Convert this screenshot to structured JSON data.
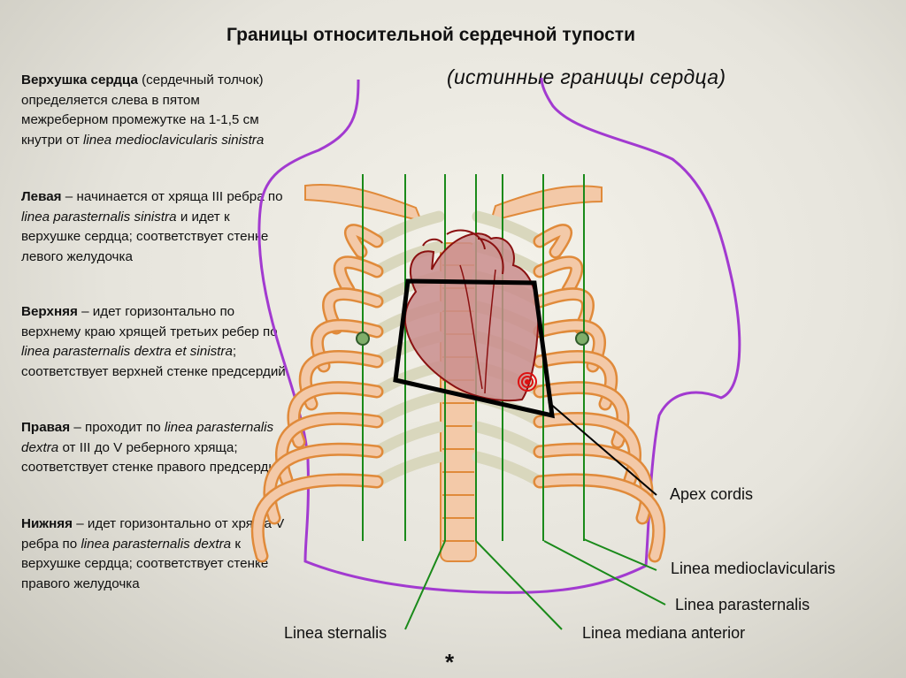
{
  "title": "Границы относительной сердечной тупости",
  "subtitle": "(истинные границы сердца)",
  "descriptions": [
    {
      "bold": "Верхушка сердца",
      "t1": " (сердечный толчок) определяется слева в пятом межреберном промежутке на 1-1,5 см кнутри от ",
      "i1": "linea medioclavicularis sinistra",
      "t2": "",
      "i2": "",
      "t3": ""
    },
    {
      "bold": "Левая",
      "t1": " – начинается от хряща III ребра по ",
      "i1": "linea parasternalis sinistra",
      "t2": " и идет к верхушке сердца; соответствует стенке левого желудочка",
      "i2": "",
      "t3": ""
    },
    {
      "bold": "Верхняя",
      "t1": " – идет горизонтально по верхнему краю хрящей третьих ребер по ",
      "i1": "linea parasternalis dextra et sinistra",
      "t2": "; соответствует верхней стенке предсердий",
      "i2": "",
      "t3": ""
    },
    {
      "bold": "Правая",
      "t1": " – проходит по ",
      "i1": "linea parasternalis dextra",
      "t2": " от III до V реберного хряща; соответствует стенке правого предсердия",
      "i2": "",
      "t3": ""
    },
    {
      "bold": "Нижняя",
      "t1": " – идет горизонтально от хряща V ребра по ",
      "i1": "linea parasternalis dextra",
      "t2": " к верхушке сердца; соответствует стенке правого желудочка",
      "i2": "",
      "t3": ""
    }
  ],
  "labels": {
    "apex": "Apex cordis",
    "medioclavicularis": "Linea medioclavicularis",
    "parasternalis": "Linea parasternalis",
    "sternalis": "Linea sternalis",
    "mediana": "Linea mediana anterior"
  },
  "asterisk": "*",
  "colors": {
    "body_outline": "#a23ad0",
    "rib_fill": "#f3c9a8",
    "rib_stroke": "#e08a3a",
    "cartilage_fill": "#d9d7bd",
    "green_line": "#1a8a1a",
    "heart_fill": "#c98d8d",
    "heart_stroke": "#8a1010",
    "border_box": "#000000"
  },
  "icons": [
    "apex-target-icon",
    "nipple-marker-icon"
  ]
}
